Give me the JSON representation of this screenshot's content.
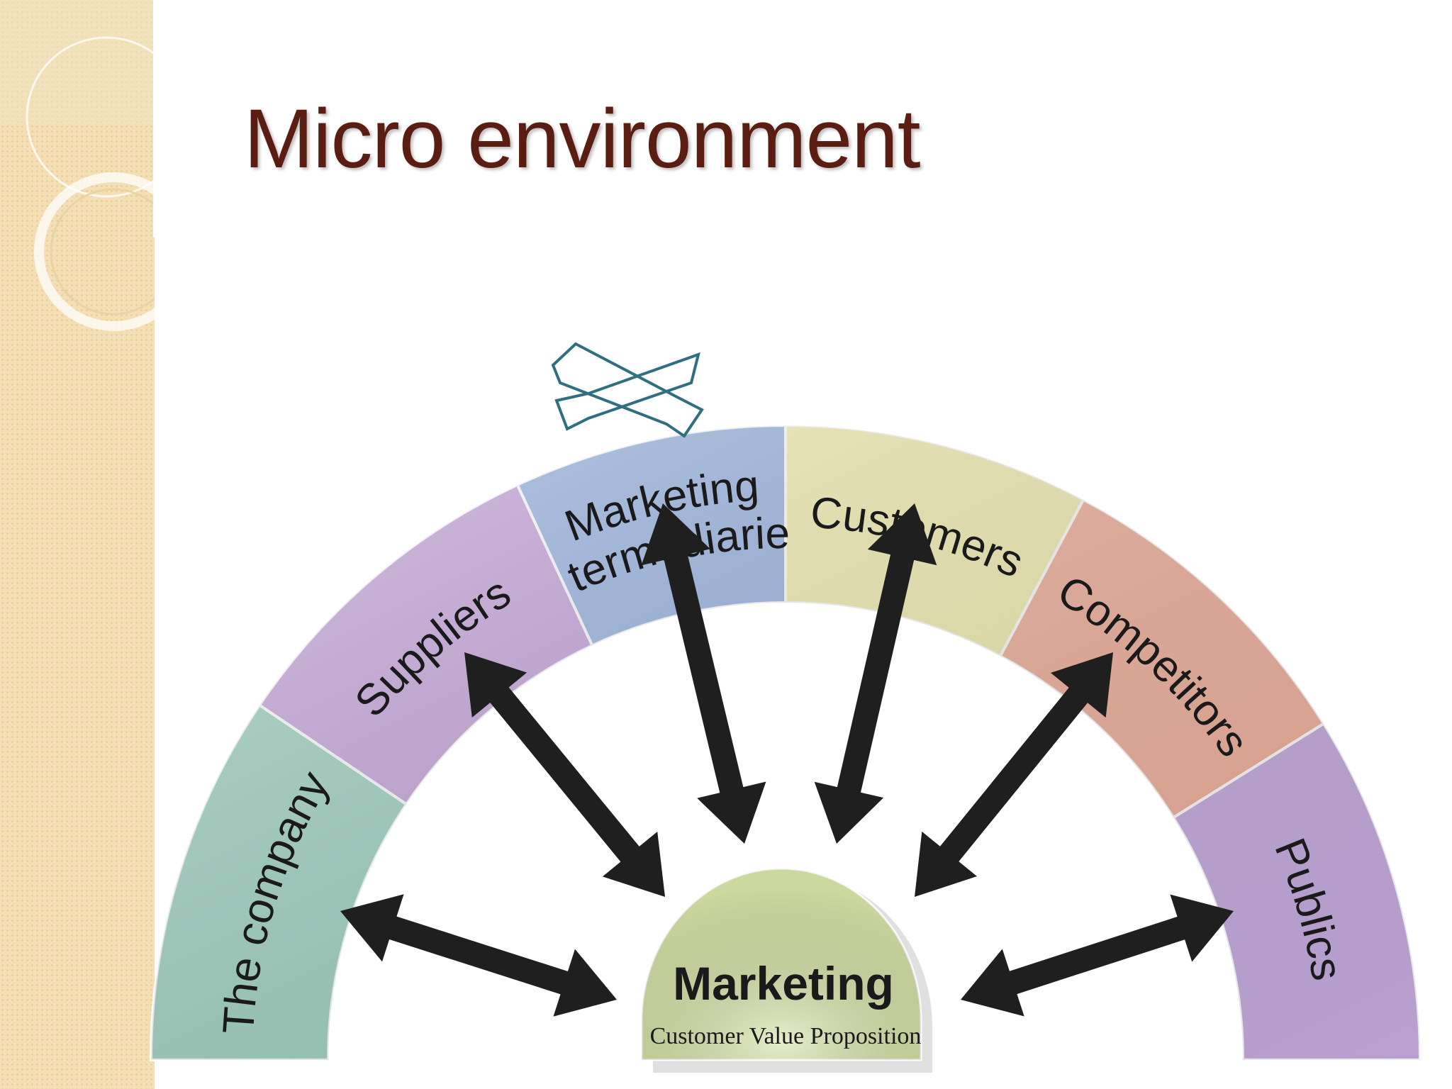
{
  "slide": {
    "title": "Micro environment"
  },
  "diagram": {
    "segments": [
      {
        "label": "The company",
        "color": "#9fd3c2"
      },
      {
        "label": "Suppliers",
        "color": "#c7a6dc"
      },
      {
        "label": "Marketing",
        "label2": "intermediaries",
        "color": "#9ab5e2"
      },
      {
        "label": "Customers",
        "color": "#f5efb4"
      },
      {
        "label": "Competitors",
        "color": "#f3b39e"
      },
      {
        "label": "Publics",
        "color": "#c9aee2"
      }
    ],
    "center": {
      "title": "Marketing",
      "subtitle": "Customer Value Proposition",
      "color": "#d6e3a6"
    },
    "arrow_color": "#1f1f1f",
    "overlay_color": "#2f6f80"
  }
}
